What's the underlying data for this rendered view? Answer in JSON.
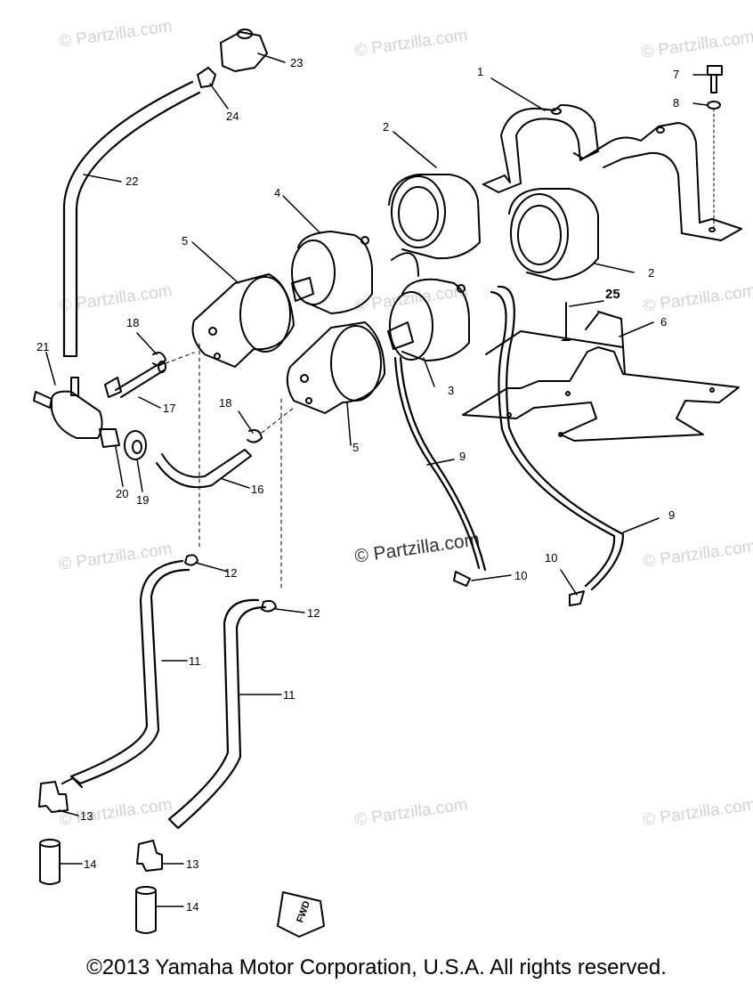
{
  "watermark": "© Partzilla.com",
  "watermark_main": "© Partzilla.com",
  "fwd_label": "FWD",
  "footer": "©2013 Yamaha Motor Corporation, U.S.A. All rights reserved.",
  "callouts": {
    "c1": "1",
    "c2a": "2",
    "c2b": "2",
    "c3": "3",
    "c4": "4",
    "c5a": "5",
    "c5b": "5",
    "c6": "6",
    "c7": "7",
    "c8": "8",
    "c9a": "9",
    "c9b": "9",
    "c10a": "10",
    "c10b": "10",
    "c11a": "11",
    "c11b": "11",
    "c12a": "12",
    "c12b": "12",
    "c13a": "13",
    "c13b": "13",
    "c14a": "14",
    "c14b": "14",
    "c16": "16",
    "c17": "17",
    "c18a": "18",
    "c18b": "18",
    "c19": "19",
    "c20": "20",
    "c21": "21",
    "c22": "22",
    "c23": "23",
    "c24": "24",
    "c25": "25"
  }
}
